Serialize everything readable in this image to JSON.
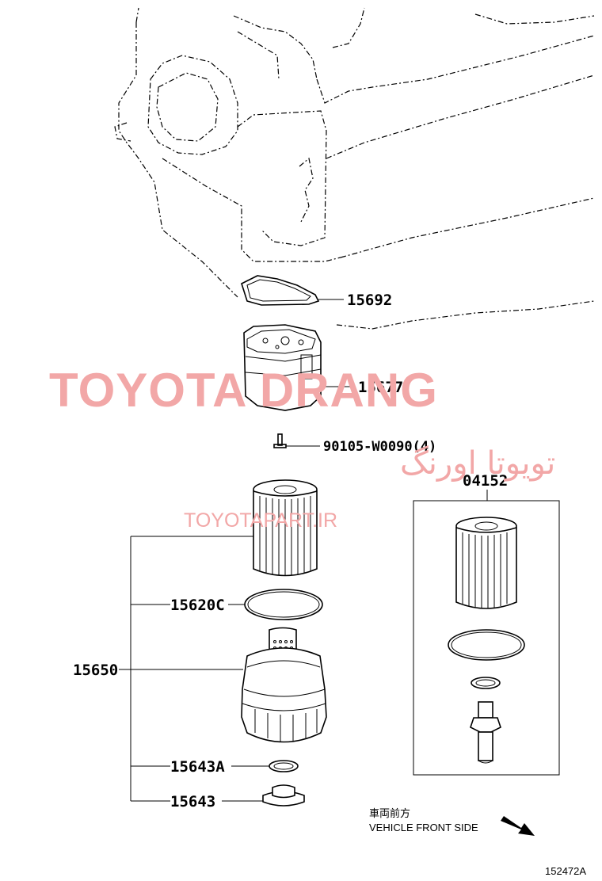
{
  "parts": {
    "gasket_top": "15692",
    "cap": "15677",
    "bolt": "90105-W0090(4)",
    "kit": "04152",
    "o_ring": "15620C",
    "assembly": "15650",
    "gasket_small": "15643A",
    "plug": "15643"
  },
  "direction": {
    "line1": "車両前方",
    "line2": "VEHICLE FRONT SIDE"
  },
  "figure_id": "152472A",
  "watermark": {
    "brand": "TOYOTA DRANG",
    "persian": "تویوتا اورنگ",
    "url": "TOYOTAPART.IR"
  },
  "colors": {
    "watermark": "#f2a7a7",
    "ink": "#000000"
  }
}
